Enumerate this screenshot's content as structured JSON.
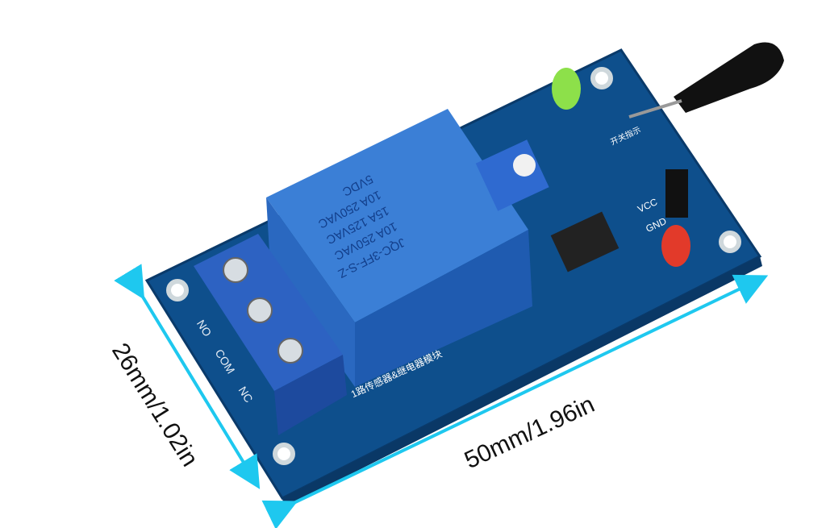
{
  "dimensions": {
    "width_label": "50mm/1.96in",
    "height_label": "26mm/1.02in"
  },
  "terminal_labels": [
    "NO",
    "COM",
    "NC"
  ],
  "relay": {
    "model": "JQC-3FF-S-Z",
    "rating_1": "10A 250VAC",
    "rating_2": "15A 125VAC",
    "rating_3": "10A 250VAC",
    "coil": "5VDC"
  },
  "pin_labels": [
    "VCC",
    "GND"
  ],
  "board_silkscreen": "1路传感器&继电器模块",
  "led_label": "开关指示",
  "colors": {
    "pcb": "#0e4f8c",
    "relay": "#2f6fc4",
    "arrow": "#1ec8ef"
  }
}
